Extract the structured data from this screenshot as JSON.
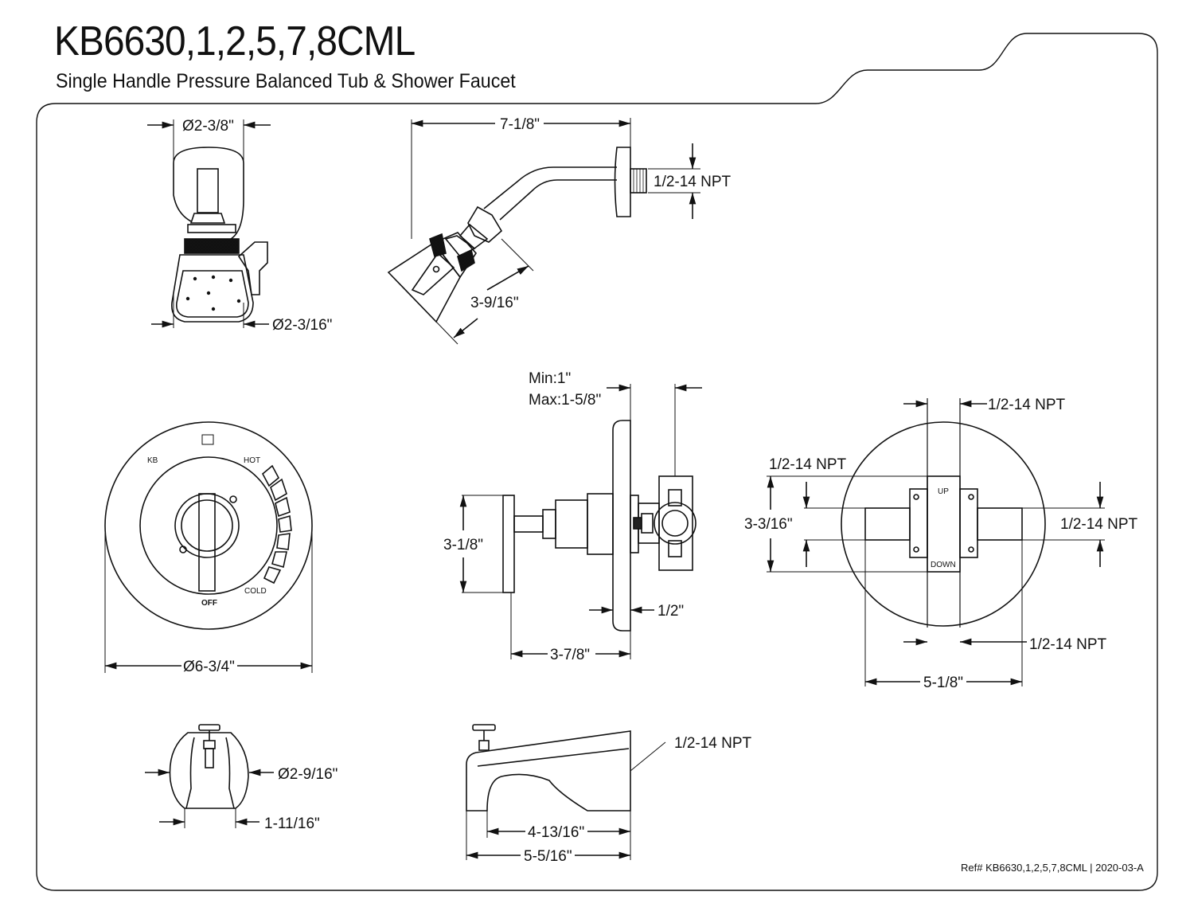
{
  "header": {
    "title": "KB6630,1,2,5,7,8CML",
    "subtitle": "Single Handle Pressure Balanced Tub & Shower Faucet"
  },
  "showerhead_front": {
    "top_dim": "Ø2-3/8\"",
    "bottom_dim": "Ø2-3/16\""
  },
  "showerhead_side": {
    "arm_length": "7-1/8\"",
    "connection": "1/2-14 NPT",
    "head_length": "3-9/16\""
  },
  "valve_side": {
    "depth_min": "Min:1\"",
    "depth_max": "Max:1-5/8\"",
    "handle_height": "3-1/8\"",
    "plate_gap": "1/2\"",
    "projection": "3-7/8\""
  },
  "valve_front": {
    "diameter": "Ø6-3/4\"",
    "brand": "KB",
    "hot": "HOT",
    "cold": "COLD",
    "off": "OFF"
  },
  "valve_back": {
    "top_connection": "1/2-14 NPT",
    "left_connection": "1/2-14 NPT",
    "height": "3-3/16\"",
    "right_connection": "1/2-14 NPT",
    "bottom_connection": "1/2-14 NPT",
    "width": "5-1/8\"",
    "up_label": "UP",
    "down_label": "DOWN"
  },
  "tub_spout_front": {
    "diameter": "Ø2-9/16\"",
    "depth": "1-11/16\""
  },
  "tub_spout_side": {
    "connection": "1/2-14 NPT",
    "inner_length": "4-13/16\"",
    "outer_length": "5-5/16\""
  },
  "footer": {
    "reference": "Ref# KB6630,1,2,5,7,8CML | 2020-03-A"
  }
}
